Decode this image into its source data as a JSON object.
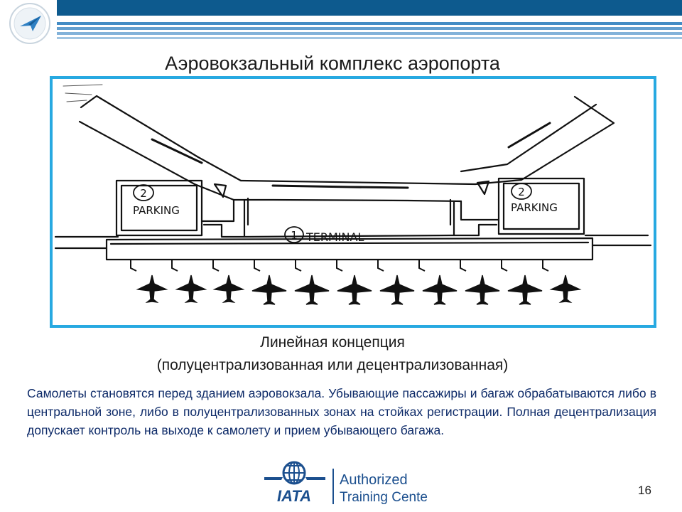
{
  "slide": {
    "title": "Аэровокзальный комплекс аэропорта",
    "caption_line1": "Линейная концепция",
    "caption_line2": "(полуцентрализованная или децентрализованная)",
    "description": "Самолеты становятся перед зданием аэровокзала. Убывающие пассажиры и багаж обрабатываются либо в центральной зоне, либо в полуцентрализованных зонах на стойках регистрации. Полная децентрализация допускает контроль на выходе к самолету и прием убывающего багажа.",
    "page_number": "16"
  },
  "diagram": {
    "left_parking_number": "2",
    "left_parking_label": "PARKING",
    "right_parking_number": "2",
    "right_parking_label": "PARKING",
    "terminal_number": "1",
    "terminal_label": "TERMINAL"
  },
  "footer": {
    "iata_label": "IATA",
    "authorized_label": "Authorized",
    "training_label": "Training Center"
  },
  "colors": {
    "header_blue": "#0d5a8e",
    "frame_blue": "#27a9e1",
    "description_text": "#0d2a68",
    "iata_blue": "#1b4f8e"
  }
}
